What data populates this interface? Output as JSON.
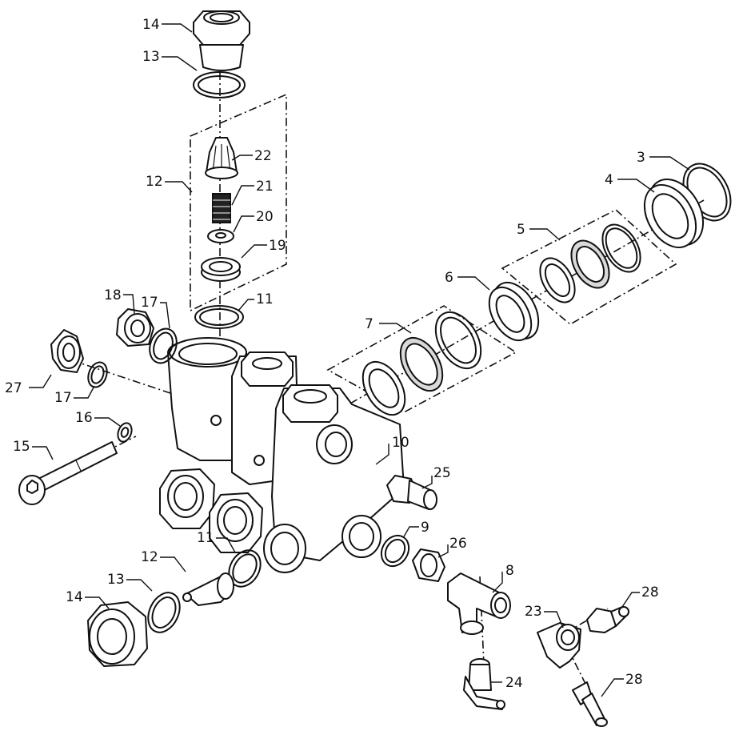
{
  "callouts": {
    "c3": "3",
    "c4": "4",
    "c5": "5",
    "c6": "6",
    "c7": "7",
    "c8": "8",
    "c9": "9",
    "c10": "10",
    "c11_top": "11",
    "c11_bottom": "11",
    "c12_top": "12",
    "c12_bottom": "12",
    "c13_top": "13",
    "c13_bottom": "13",
    "c14_top": "14",
    "c14_bottom": "14",
    "c15": "15",
    "c16": "16",
    "c17_upper": "17",
    "c17_lower": "17",
    "c18": "18",
    "c19": "19",
    "c20": "20",
    "c21": "21",
    "c22": "22",
    "c23": "23",
    "c24": "24",
    "c25": "25",
    "c26": "26",
    "c27": "27",
    "c28_upper": "28",
    "c28_lower": "28"
  }
}
